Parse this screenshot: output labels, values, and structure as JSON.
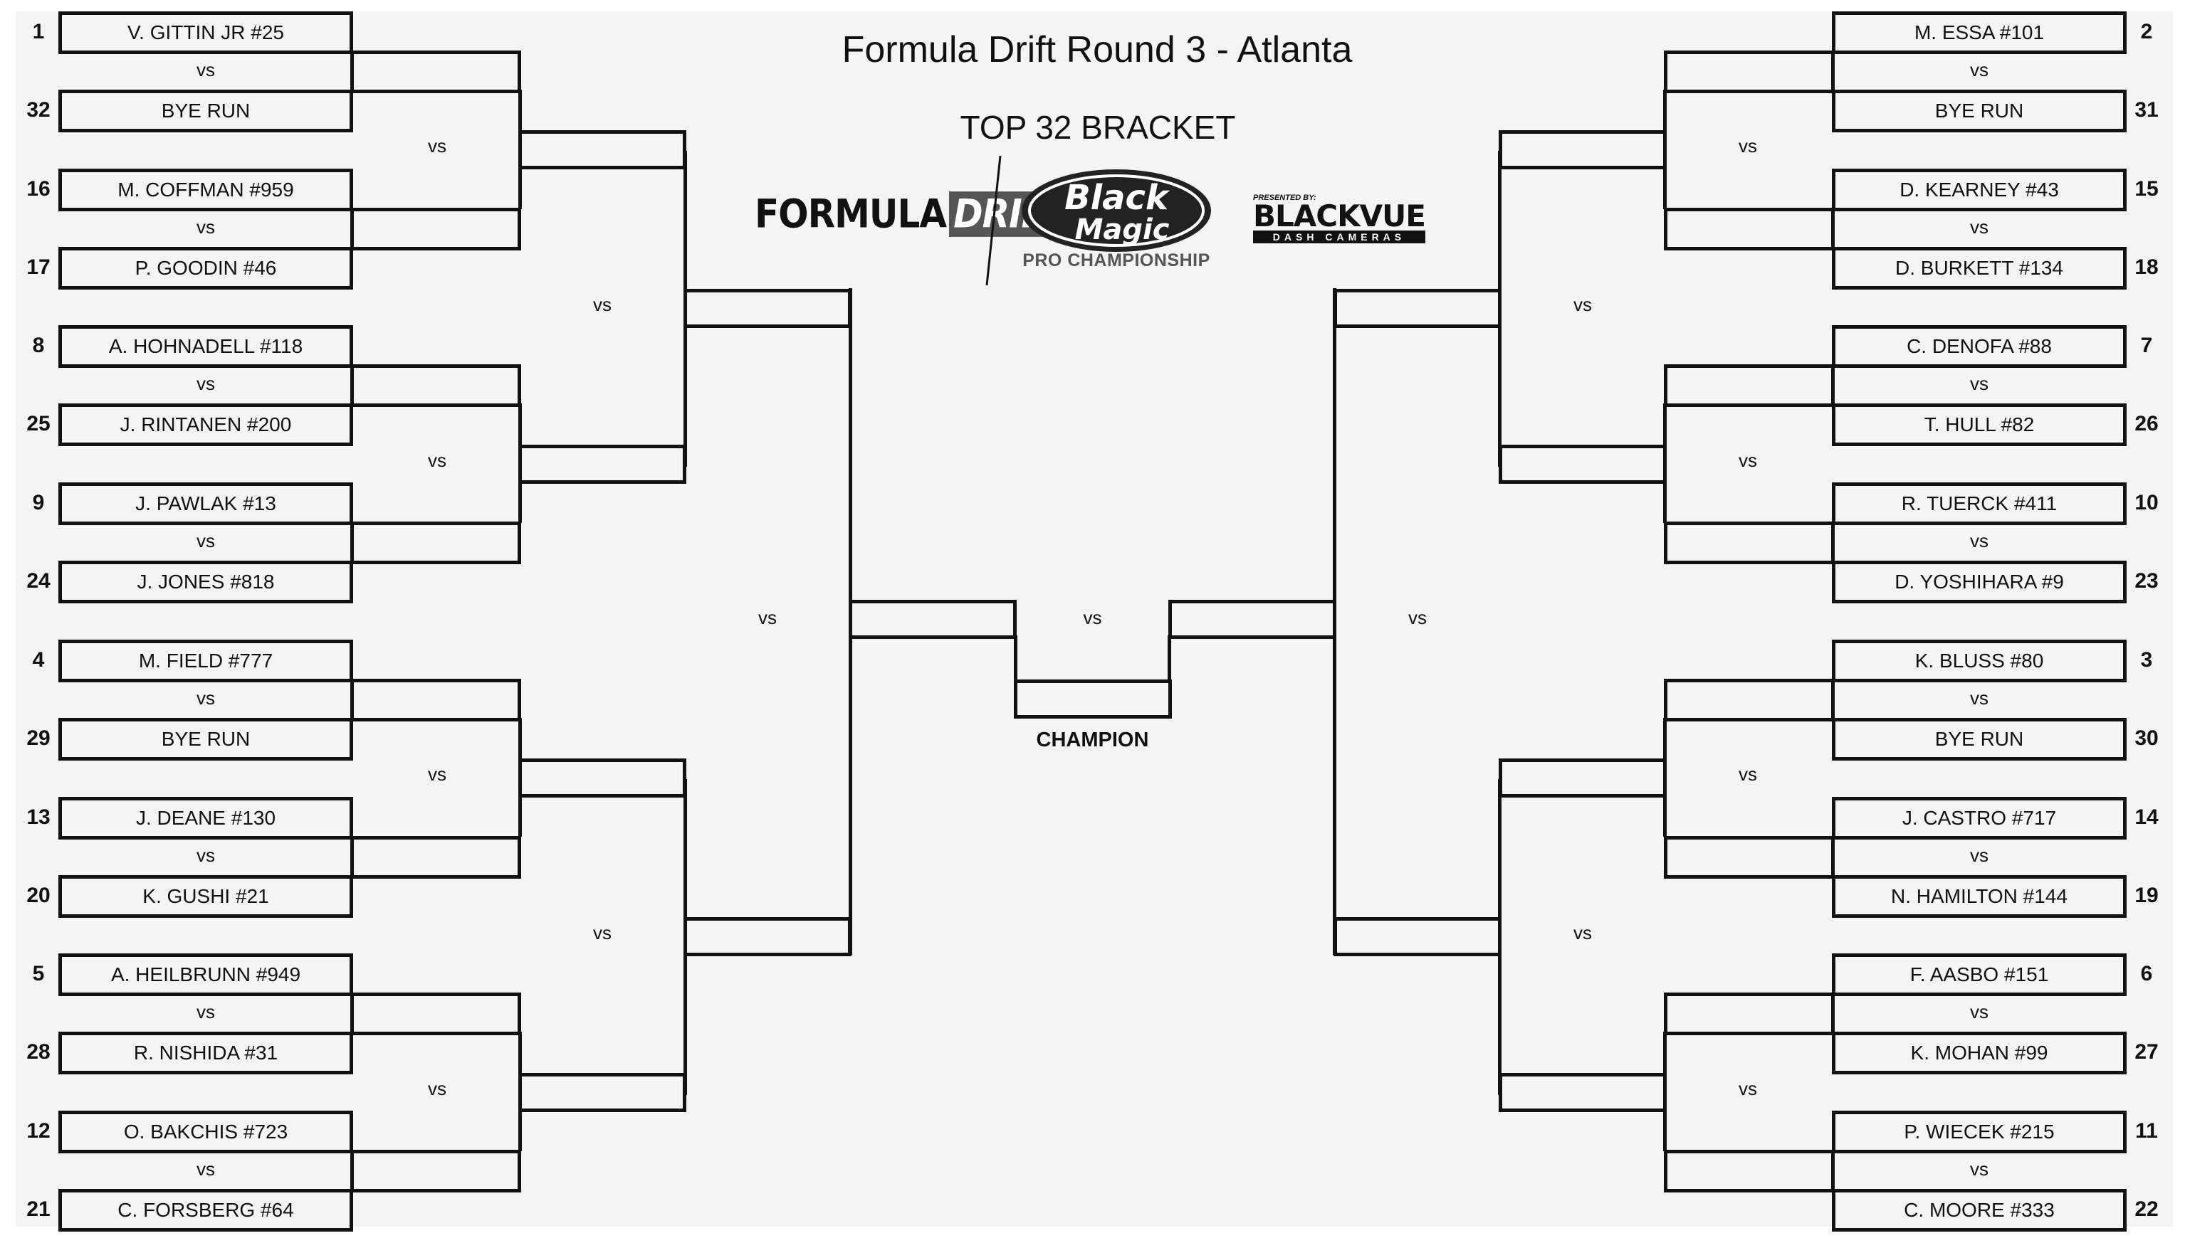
{
  "header": {
    "title": "Formula Drift Round 3 - Atlanta",
    "subtitle": "TOP 32 BRACKET"
  },
  "logos": {
    "formula_drift": {
      "word1": "FORMULA",
      "word2": "DRIFT"
    },
    "black_magic": {
      "line1": "Black",
      "line2": "Magic",
      "sub": "PRO CHAMPIONSHIP"
    },
    "blackvue": {
      "presented_by": "PRESENTED BY:",
      "name": "BLACKVUE",
      "sub": "DASH CAMERAS"
    }
  },
  "vs_label": "vs",
  "champion_label": "CHAMPION",
  "left_pairs": [
    {
      "top_seed": "1",
      "top_name": "V. GITTIN JR #25",
      "bottom_seed": "32",
      "bottom_name": "BYE RUN"
    },
    {
      "top_seed": "16",
      "top_name": "M. COFFMAN #959",
      "bottom_seed": "17",
      "bottom_name": "P. GOODIN #46"
    },
    {
      "top_seed": "8",
      "top_name": "A. HOHNADELL #118",
      "bottom_seed": "25",
      "bottom_name": "J. RINTANEN #200"
    },
    {
      "top_seed": "9",
      "top_name": "J. PAWLAK #13",
      "bottom_seed": "24",
      "bottom_name": "J. JONES #818"
    },
    {
      "top_seed": "4",
      "top_name": "M. FIELD #777",
      "bottom_seed": "29",
      "bottom_name": "BYE RUN"
    },
    {
      "top_seed": "13",
      "top_name": "J. DEANE #130",
      "bottom_seed": "20",
      "bottom_name": "K. GUSHI #21"
    },
    {
      "top_seed": "5",
      "top_name": "A. HEILBRUNN #949",
      "bottom_seed": "28",
      "bottom_name": "R. NISHIDA #31"
    },
    {
      "top_seed": "12",
      "top_name": "O. BAKCHIS #723",
      "bottom_seed": "21",
      "bottom_name": "C. FORSBERG #64"
    }
  ],
  "right_pairs": [
    {
      "top_seed": "2",
      "top_name": "M. ESSA #101",
      "bottom_seed": "31",
      "bottom_name": "BYE RUN"
    },
    {
      "top_seed": "15",
      "top_name": "D. KEARNEY #43",
      "bottom_seed": "18",
      "bottom_name": "D. BURKETT #134"
    },
    {
      "top_seed": "7",
      "top_name": "C. DENOFA #88",
      "bottom_seed": "26",
      "bottom_name": "T. HULL #82"
    },
    {
      "top_seed": "10",
      "top_name": "R. TUERCK #411",
      "bottom_seed": "23",
      "bottom_name": "D. YOSHIHARA #9"
    },
    {
      "top_seed": "3",
      "top_name": "K. BLUSS #80",
      "bottom_seed": "30",
      "bottom_name": "BYE RUN"
    },
    {
      "top_seed": "14",
      "top_name": "J. CASTRO #717",
      "bottom_seed": "19",
      "bottom_name": "N. HAMILTON #144"
    },
    {
      "top_seed": "6",
      "top_name": "F. AASBO #151",
      "bottom_seed": "27",
      "bottom_name": "K. MOHAN #99"
    },
    {
      "top_seed": "11",
      "top_name": "P. WIECEK #215",
      "bottom_seed": "22",
      "bottom_name": "C. MOORE #333"
    }
  ]
}
